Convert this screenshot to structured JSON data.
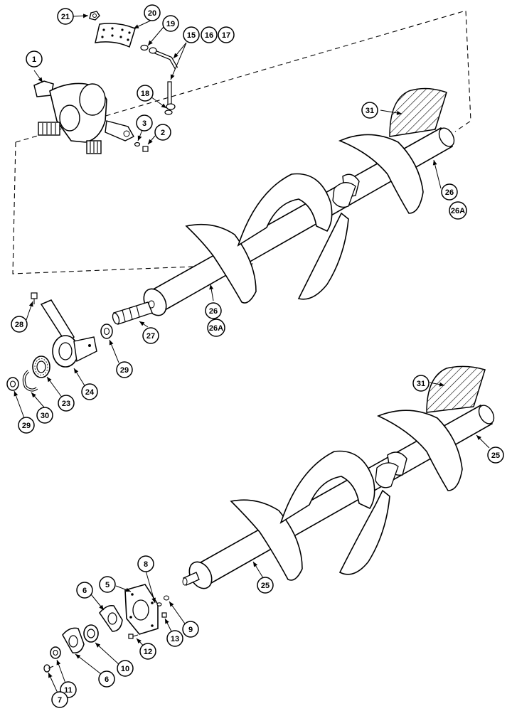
{
  "diagram": {
    "callouts": [
      {
        "id": "c21",
        "label": "21"
      },
      {
        "id": "c20",
        "label": "20"
      },
      {
        "id": "c19",
        "label": "19"
      },
      {
        "id": "c15",
        "label": "15"
      },
      {
        "id": "c16",
        "label": "16"
      },
      {
        "id": "c17",
        "label": "17"
      },
      {
        "id": "c1",
        "label": "1"
      },
      {
        "id": "c18",
        "label": "18"
      },
      {
        "id": "c3",
        "label": "3"
      },
      {
        "id": "c2",
        "label": "2"
      },
      {
        "id": "c31a",
        "label": "31"
      },
      {
        "id": "c26a",
        "label": "26"
      },
      {
        "id": "c26Aa",
        "label": "26A"
      },
      {
        "id": "c26b",
        "label": "26"
      },
      {
        "id": "c26Ab",
        "label": "26A"
      },
      {
        "id": "c28",
        "label": "28"
      },
      {
        "id": "c27",
        "label": "27"
      },
      {
        "id": "c29a",
        "label": "29"
      },
      {
        "id": "c24",
        "label": "24"
      },
      {
        "id": "c23",
        "label": "23"
      },
      {
        "id": "c30",
        "label": "30"
      },
      {
        "id": "c29b",
        "label": "29"
      },
      {
        "id": "c31b",
        "label": "31"
      },
      {
        "id": "c25a",
        "label": "25"
      },
      {
        "id": "c25b",
        "label": "25"
      },
      {
        "id": "c8",
        "label": "8"
      },
      {
        "id": "c5",
        "label": "5"
      },
      {
        "id": "c6a",
        "label": "6"
      },
      {
        "id": "c9",
        "label": "9"
      },
      {
        "id": "c13",
        "label": "13"
      },
      {
        "id": "c12",
        "label": "12"
      },
      {
        "id": "c10",
        "label": "10"
      },
      {
        "id": "c6b",
        "label": "6"
      },
      {
        "id": "c11",
        "label": "11"
      },
      {
        "id": "c7",
        "label": "7"
      }
    ]
  }
}
